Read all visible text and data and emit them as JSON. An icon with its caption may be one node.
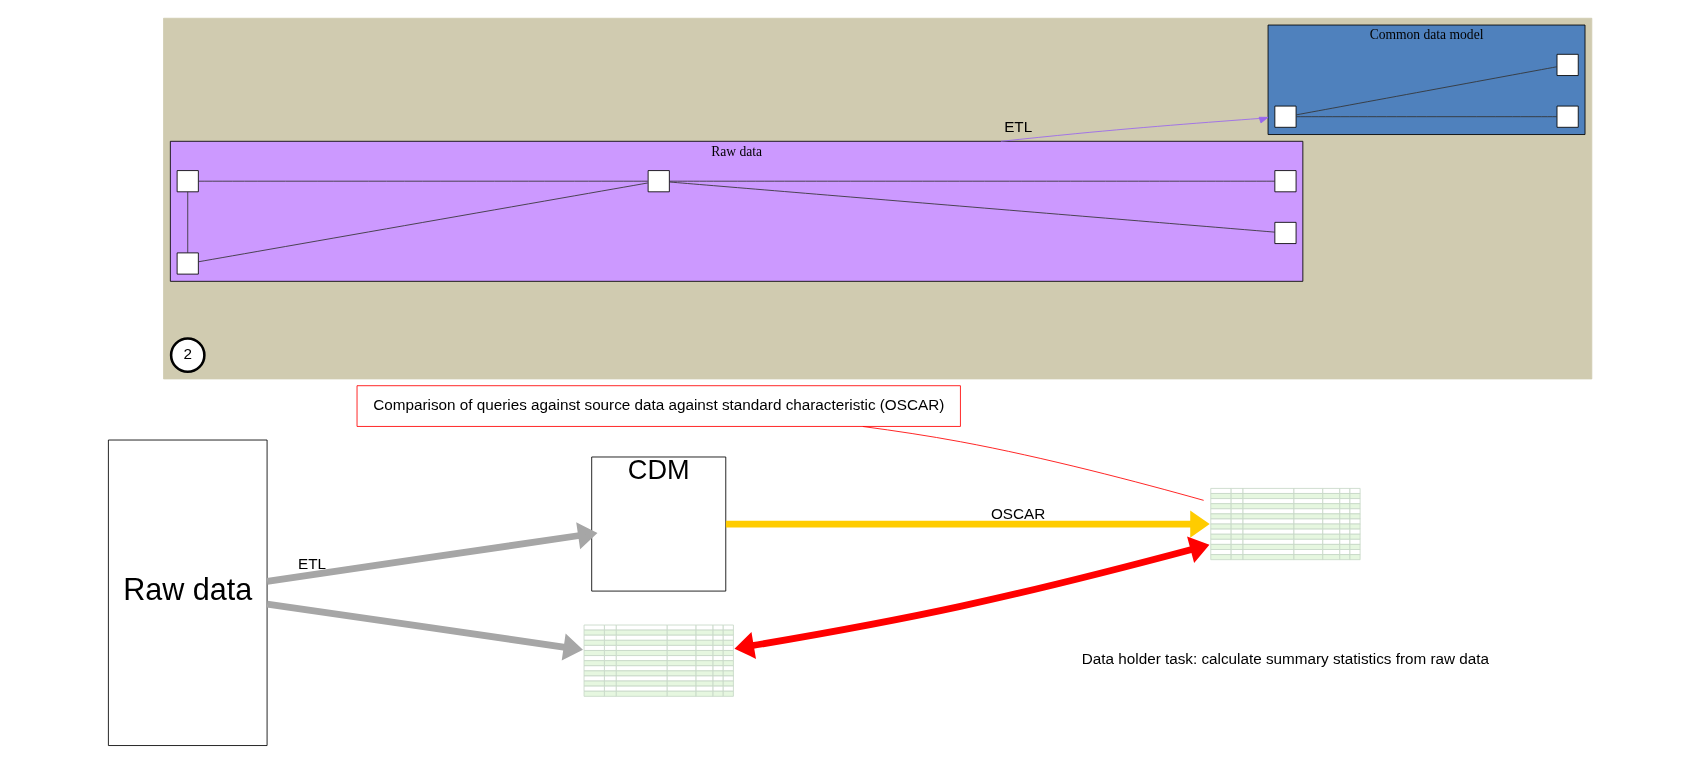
{
  "diagram": {
    "nodes": [
      {
        "text": [
          "Raw data"
        ]
      },
      {
        "text": [
          "CDM"
        ]
      },
      {
        "text": [],
        "shape": "table"
      },
      {
        "text": [],
        "shape": "table"
      },
      {
        "text": [
          "Comparison of queries against source data against standard characteristic (OSCAR)"
        ]
      },
      {
        "text": [],
        "shape": "box"
      },
      {
        "text": [
          "Raw data"
        ],
        "in": 5
      },
      {
        "text": [],
        "shape": "box",
        "in": 6
      },
      {
        "text": [],
        "shape": "box",
        "in": 6
      },
      {
        "text": [],
        "shape": "box",
        "in": 6
      },
      {
        "text": [],
        "shape": "box",
        "in": 6
      },
      {
        "text": [],
        "shape": "box",
        "in": 6
      },
      {
        "text": [
          "2"
        ],
        "in": 5
      },
      {
        "text": [
          "Common data model"
        ],
        "in": 5
      },
      {
        "text": [],
        "shape": "box",
        "in": 13
      },
      {
        "text": [],
        "shape": "box",
        "in": 13
      },
      {
        "text": [],
        "shape": "box",
        "in": 13
      }
    ],
    "edges": [
      {
        "from": 0,
        "to": 1,
        "arrow": "to",
        "label": "ETL",
        "style": "thick",
        "color": "#a6a6a6"
      },
      {
        "from": 0,
        "to": 2,
        "arrow": "to",
        "style": "thick",
        "color": "#a6a6a6"
      },
      {
        "from": 1,
        "to": 3,
        "arrow": "to",
        "label": "OSCAR",
        "style": "thick",
        "color": "#ffcc00"
      },
      {
        "from": 2,
        "to": 3,
        "arrow": "both",
        "style": "thick",
        "color": "#ff0000"
      },
      {
        "from": 4,
        "to": 3,
        "arrow": "none",
        "color": "#ff0000"
      },
      {
        "from": 6,
        "to": 13,
        "arrow": "to",
        "label": "ETL",
        "color": "#9966ee"
      },
      {
        "from": 7,
        "to": 8,
        "arrow": "none"
      },
      {
        "from": 7,
        "to": 9,
        "arrow": "none"
      },
      {
        "from": 8,
        "to": 9,
        "arrow": "none"
      },
      {
        "from": 9,
        "to": 10,
        "arrow": "none"
      },
      {
        "from": 9,
        "to": 11,
        "arrow": "none"
      },
      {
        "from": 14,
        "to": 15,
        "arrow": "none"
      },
      {
        "from": 14,
        "to": 16,
        "arrow": "none"
      }
    ],
    "labels": [
      "Data holder task: calculate summary statistics from raw data"
    ]
  }
}
